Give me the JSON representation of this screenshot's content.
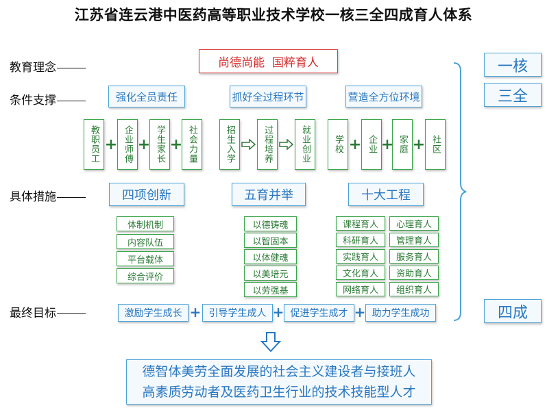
{
  "title": "江苏省连云港中医药高等职业技术学校一核三全四成育人体系",
  "row_labels": {
    "philosophy": "教育理念",
    "support": "条件支撑",
    "measures": "具体措施",
    "goal": "最终目标"
  },
  "philosophy_text": "尚德尚能  国粹育人",
  "support_headers": [
    "强化全员责任",
    "抓好全过程环节",
    "营造全方位环境"
  ],
  "support_items": {
    "group1": [
      "教职员工",
      "企业师傅",
      "学生家长",
      "社会力量"
    ],
    "group2": [
      "招生入学",
      "过程培养",
      "就业创业"
    ],
    "group3": [
      "学校",
      "企业",
      "家庭",
      "社区"
    ]
  },
  "measure_headers": [
    "四项创新",
    "五育并举",
    "十大工程"
  ],
  "four_innovations": [
    "体制机制",
    "内容队伍",
    "平台载体",
    "综合评价"
  ],
  "five_education": [
    "以德铸魂",
    "以智固本",
    "以体健魂",
    "以美培元",
    "以劳强基"
  ],
  "ten_projects": [
    [
      "课程育人",
      "心理育人"
    ],
    [
      "科研育人",
      "管理育人"
    ],
    [
      "实践育人",
      "服务育人"
    ],
    [
      "文化育人",
      "资助育人"
    ],
    [
      "网络育人",
      "组织育人"
    ]
  ],
  "goals": [
    "激励学生成长",
    "引导学生成人",
    "促进学生成才",
    "助力学生成功"
  ],
  "system_labels": [
    "一核",
    "三全",
    "四成"
  ],
  "final_lines": [
    "德智体美劳全面发展的社会主义建设者与接班人",
    "高素质劳动者及医药卫生行业的技术技能型人才"
  ],
  "plus": "+",
  "colors": {
    "blue": "#2877c0",
    "green": "#3aa64a",
    "red": "#e23b3b"
  }
}
